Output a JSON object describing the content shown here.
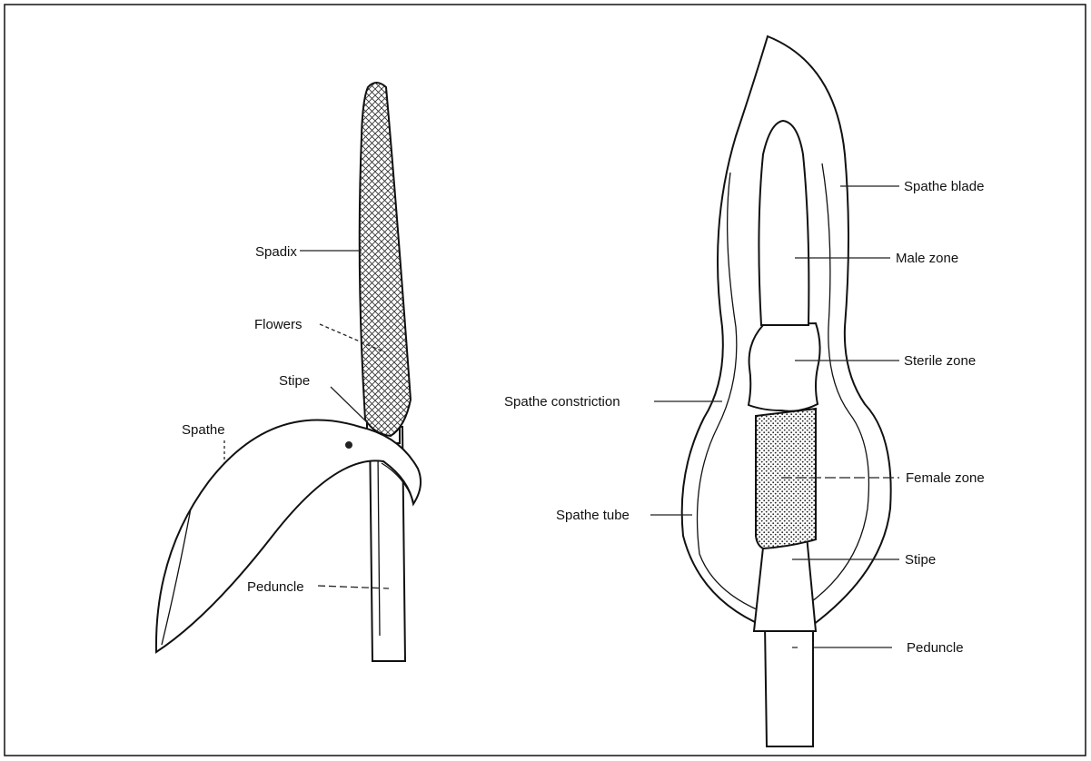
{
  "left_diagram": {
    "labels": {
      "spadix": "Spadix",
      "flowers": "Flowers",
      "stipe": "Stipe",
      "spathe": "Spathe",
      "peduncle": "Peduncle"
    }
  },
  "right_diagram": {
    "labels": {
      "spathe_blade": "Spathe blade",
      "male_zone": "Male zone",
      "sterile_zone": "Sterile zone",
      "spathe_constriction": "Spathe constriction",
      "female_zone": "Female zone",
      "spathe_tube": "Spathe tube",
      "stipe": "Stipe",
      "peduncle": "Peduncle"
    }
  }
}
